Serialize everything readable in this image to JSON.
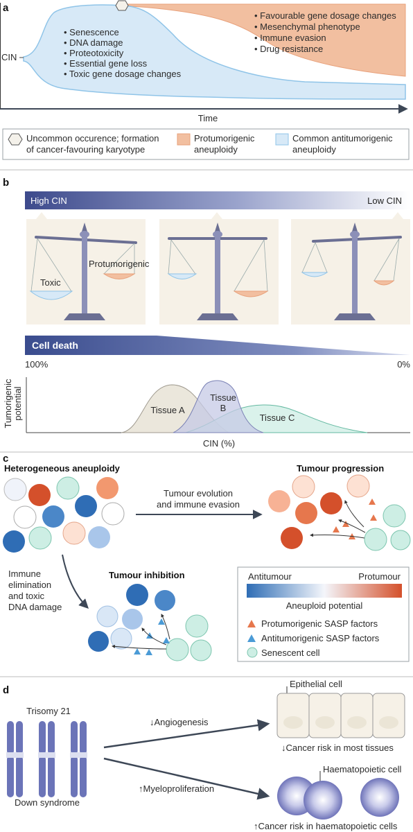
{
  "panel_a": {
    "label": "a",
    "y_label": "CIN",
    "x_label": "Time",
    "anti_items": [
      "• Senescence",
      "• DNA damage",
      "• Proteotoxicity",
      "• Essential gene loss",
      "• Toxic gene dosage changes"
    ],
    "pro_items": [
      "• Favourable gene dosage changes",
      "• Mesenchymal phenotype",
      "• Immune evasion",
      "• Drug resistance"
    ],
    "legend": [
      {
        "lines": [
          "Uncommon occurence; formation",
          "of cancer-favouring karyotype"
        ],
        "icon": "hexagon-icon"
      },
      {
        "lines": [
          "Protumorigenic",
          "aneuploidy"
        ],
        "icon": "orange-square-icon"
      },
      {
        "lines": [
          "Common antitumorigenic",
          "aneuploidy"
        ],
        "icon": "blue-square-icon"
      }
    ],
    "colors": {
      "pro": "#f2bfa0",
      "anti": "#d7e9f7",
      "anti_stroke": "#8fc4e8"
    }
  },
  "panel_b": {
    "label": "b",
    "high_cin": "High CIN",
    "low_cin": "Low CIN",
    "scale_labels": {
      "toxic": "Toxic",
      "protumorigenic": "Protumorigenic"
    },
    "cell_death": "Cell death",
    "pct_left": "100%",
    "pct_right": "0%",
    "y_label_lines": [
      "Tumorigenic",
      "potential"
    ],
    "x_label": "CIN (%)",
    "tissues": {
      "a": "Tissue A",
      "b1": "Tissue",
      "b2": "B",
      "c": "Tissue C"
    },
    "colors": {
      "bar": "#3d4f8f",
      "tissue_a": "#e9e4d8",
      "tissue_b": "#c5cae6",
      "tissue_c": "#cdeee4"
    }
  },
  "panel_c": {
    "label": "c",
    "hetero": "Heterogeneous aneuploidy",
    "progression": "Tumour progression",
    "inhibition": "Tumour inhibition",
    "arrow_top_lines": [
      "Tumour evolution",
      "and immune evasion"
    ],
    "arrow_left_lines": [
      "Immune",
      "elimination",
      "and toxic",
      "DNA damage"
    ],
    "legend": {
      "antitumour": "Antitumour",
      "protumour": "Protumour",
      "potential": "Aneuploid potential",
      "pro_sasp": "Protumorigenic SASP factors",
      "anti_sasp": "Antitumorigenic SASP factors",
      "senescent": "Senescent cell"
    },
    "colors": {
      "blue": "#2f6db5",
      "red": "#d4502b",
      "senescent": "#cdeee4"
    }
  },
  "panel_d": {
    "label": "d",
    "trisomy": "Trisomy 21",
    "down": "Down syndrome",
    "angio": "↓Angiogenesis",
    "myelo": "↑Myeloproliferation",
    "epithelial": "Epithelial cell",
    "risk_low": "↓Cancer risk in most tissues",
    "haemato": "Haematopoietic cell",
    "risk_high": "↑Cancer risk in haematopoietic cells"
  }
}
